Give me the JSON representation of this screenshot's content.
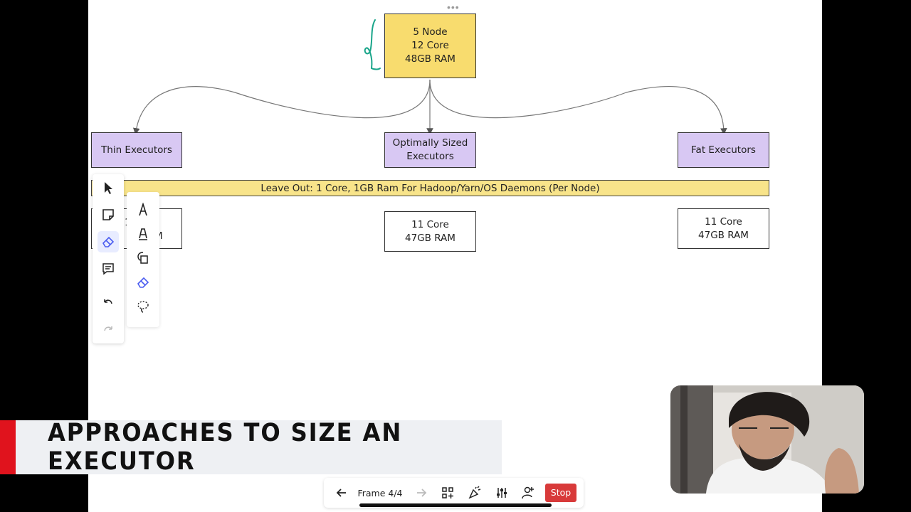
{
  "diagram": {
    "cluster_box": "5 Node\n12 Core\n48GB RAM",
    "thin_executors": "Thin Executors",
    "optimal_executors": "Optimally Sized\nExecutors",
    "fat_executors": "Fat Executors",
    "leave_out": "Leave Out: 1 Core, 1GB Ram For Hadoop/Yarn/OS Daemons (Per Node)",
    "thin_result_partial_1": "1",
    "thin_result_partial_2": "M",
    "optimal_result": "11 Core\n47GB RAM",
    "fat_result": "11 Core\n47GB RAM"
  },
  "toolbar": {
    "tools": [
      "select-pointer-icon",
      "sticky-note-icon",
      "eraser-icon",
      "comment-icon",
      "undo-icon",
      "redo-icon"
    ],
    "pen_tools": [
      "pen-icon",
      "highlighter-icon",
      "shapes-icon",
      "eraser-icon",
      "lasso-icon"
    ],
    "accent": "#4a5cf0"
  },
  "bottom_bar": {
    "frame_label": "Frame 4/4",
    "stop_label": "Stop",
    "stop_color": "#d83a3a"
  },
  "banner": {
    "title": "APPROACHES TO SIZE AN EXECUTOR",
    "accent": "#e0131d"
  }
}
